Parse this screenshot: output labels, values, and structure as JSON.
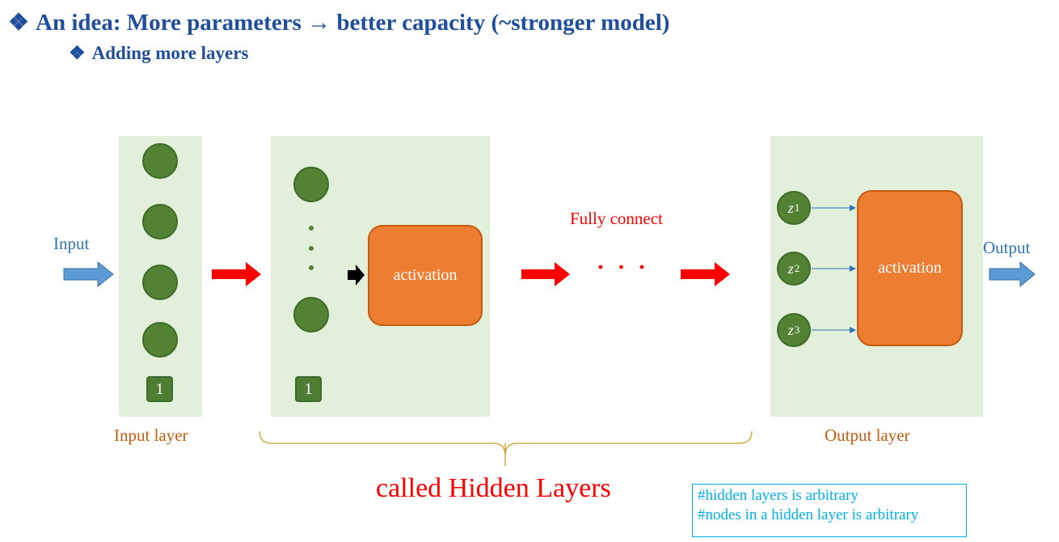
{
  "heading": {
    "bullet": "❖",
    "title_before_arrow": "An idea: More parameters",
    "arrow": "→",
    "title_after_arrow": "better capacity (~stronger model)",
    "sub_bullet": "❖",
    "subtitle": "Adding more layers"
  },
  "diagram": {
    "input_label": "Input",
    "output_label": "Output",
    "input_layer_label": "Input layer",
    "output_layer_label": "Output layer",
    "bias_label": "1",
    "activation_label": "activation",
    "fully_connect_label": "Fully connect",
    "ellipsis": "· · ·",
    "hidden_layers_label": "called Hidden Layers",
    "z_nodes": [
      {
        "var": "z",
        "sub": "1"
      },
      {
        "var": "z",
        "sub": "2"
      },
      {
        "var": "z",
        "sub": "3"
      }
    ]
  },
  "note": {
    "line1": "#hidden layers is arbitrary",
    "line2": "#nodes in a hidden layer is arbitrary"
  },
  "colors": {
    "title_blue": "#1f4e9c",
    "panel_green": "#e2efda",
    "node_green": "#548235",
    "activation_orange": "#ed7d31",
    "arrow_red": "#ff0000",
    "arrow_blue": "#5b9bd5",
    "note_cyan": "#00b0f0"
  }
}
